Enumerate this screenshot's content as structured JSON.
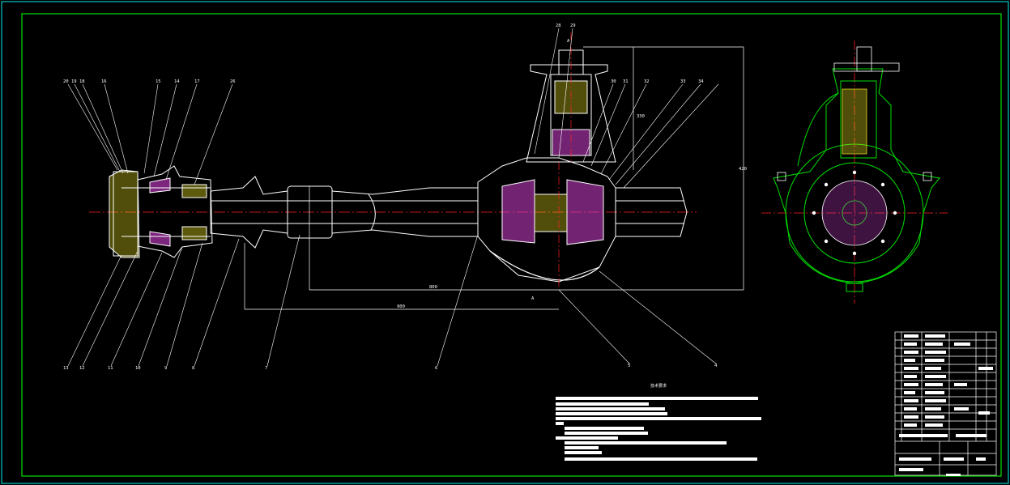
{
  "colors": {
    "background": "#000000",
    "frame": "#00c8c8",
    "outline": "#ffffff",
    "centerline": "#ff2020",
    "side_view": "#00e000",
    "hatch_yellow": "#e8e020",
    "hatch_magenta": "#d040d0"
  },
  "drawing": {
    "part_numbers_top_left": [
      "20",
      "19",
      "18",
      "16",
      "15",
      "14",
      "17",
      "26"
    ],
    "part_numbers_top_right": [
      "28",
      "29",
      "30",
      "31",
      "32",
      "33",
      "34"
    ],
    "part_numbers_bottom": [
      "13",
      "12",
      "11",
      "10",
      "9",
      "8",
      "7",
      "6",
      "5",
      "4"
    ],
    "section_mark": "A",
    "dimension_labels": [
      "800",
      "900",
      "330",
      "420"
    ],
    "notes_title": "技术要求"
  }
}
